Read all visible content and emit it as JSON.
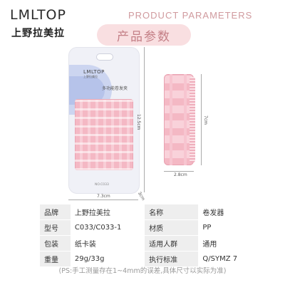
{
  "brand": {
    "name_en": "LMLTOP",
    "name_cn": "上野拉美拉"
  },
  "header": {
    "title_en": "PRODUCT PARAMETERS",
    "title_cn": "产品参数"
  },
  "package": {
    "brand": "LMLTOP",
    "brand_sub": "上野拉美拉",
    "product_label": "多功能卷发夹",
    "code": "NO.C033"
  },
  "dimensions": {
    "card_height": "12.5cm",
    "card_width": "7.3cm",
    "card_depth": "3cm",
    "roller_height": "7cm",
    "roller_width": "2.8cm"
  },
  "params": [
    {
      "k1": "品牌",
      "v1": "上野拉美拉",
      "k2": "名称",
      "v2": "卷发器"
    },
    {
      "k1": "型号",
      "v1": "C033/C033-1",
      "k2": "材质",
      "v2": "PP"
    },
    {
      "k1": "包装",
      "v1": "纸卡装",
      "k2": "适用人群",
      "v2": "通用"
    },
    {
      "k1": "重量",
      "v1": "29g/33g",
      "k2": "执行标准",
      "v2": "Q/SYMZ 7"
    }
  ],
  "note": "(PS:手工测量存在1~4mm的误差,具体尺寸以实际为准)",
  "colors": {
    "accent": "#d09a9e",
    "pill_bg": "#f9dfe1",
    "roller_pink": "#f4b8c4"
  }
}
